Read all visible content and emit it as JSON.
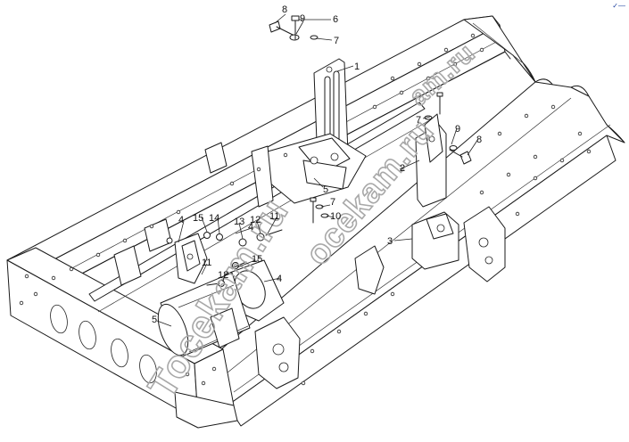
{
  "callouts": [
    {
      "id": "c8a",
      "label": "8"
    },
    {
      "id": "c9a",
      "label": "9"
    },
    {
      "id": "c6",
      "label": "6"
    },
    {
      "id": "c7a",
      "label": "7"
    },
    {
      "id": "c1",
      "label": "1"
    },
    {
      "id": "c7b",
      "label": "7"
    },
    {
      "id": "c9b",
      "label": "9"
    },
    {
      "id": "c8b",
      "label": "8"
    },
    {
      "id": "c2",
      "label": "2"
    },
    {
      "id": "c5a",
      "label": "5"
    },
    {
      "id": "c7c",
      "label": "7"
    },
    {
      "id": "c10",
      "label": "10"
    },
    {
      "id": "c4a",
      "label": "4"
    },
    {
      "id": "c15a",
      "label": "15"
    },
    {
      "id": "c14",
      "label": "14"
    },
    {
      "id": "c13",
      "label": "13"
    },
    {
      "id": "c12a",
      "label": "12"
    },
    {
      "id": "c11a",
      "label": "11"
    },
    {
      "id": "c3",
      "label": "3"
    },
    {
      "id": "c4b",
      "label": "4"
    },
    {
      "id": "c11b",
      "label": "11"
    },
    {
      "id": "c12b",
      "label": "12"
    },
    {
      "id": "c15b",
      "label": "15"
    },
    {
      "id": "c4c",
      "label": "4"
    },
    {
      "id": "c5b",
      "label": "5"
    }
  ],
  "corner_mark": "✓—",
  "colors": {
    "line": "#1a1a1a",
    "watermark": "#a8a8a8",
    "corner": "#1c3f9e"
  }
}
